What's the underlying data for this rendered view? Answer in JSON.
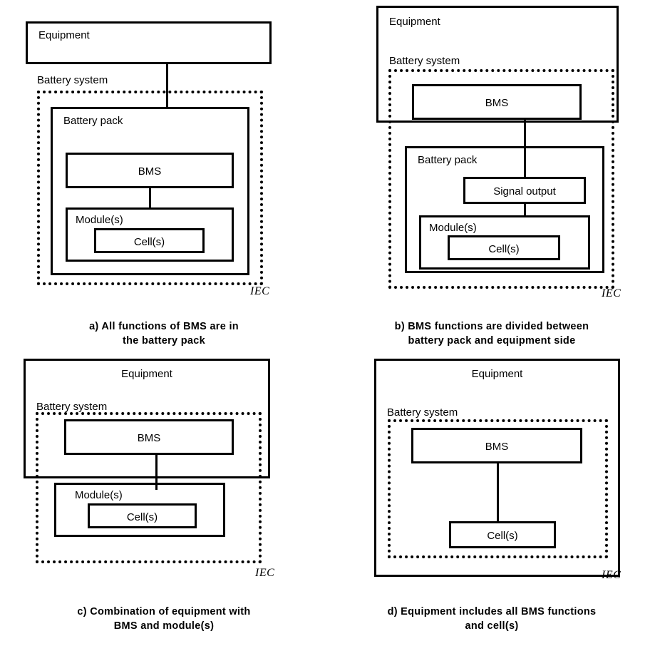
{
  "figure": {
    "standard_mark": "IEC",
    "labels": {
      "equipment": "Equipment",
      "battery_system": "Battery system",
      "battery_pack": "Battery pack",
      "bms": "BMS",
      "modules": "Module(s)",
      "cells": "Cell(s)",
      "signal_output": "Signal output"
    }
  },
  "panels": [
    {
      "id": "a",
      "caption_line1": "a) All functions of BMS are in",
      "caption_line2": "the battery pack",
      "blocks": {
        "equipment": "Equipment",
        "battery_system": "Battery system",
        "battery_pack": "Battery pack",
        "bms": "BMS",
        "modules": "Module(s)",
        "cells": "Cell(s)"
      },
      "mark": "IEC"
    },
    {
      "id": "b",
      "caption_line1": "b) BMS functions are divided between",
      "caption_line2": "battery pack and equipment side",
      "blocks": {
        "equipment": "Equipment",
        "battery_system": "Battery system",
        "bms": "BMS",
        "battery_pack": "Battery pack",
        "signal_output": "Signal output",
        "modules": "Module(s)",
        "cells": "Cell(s)"
      },
      "mark": "IEC"
    },
    {
      "id": "c",
      "caption_line1": "c) Combination of equipment with",
      "caption_line2": "BMS and module(s)",
      "blocks": {
        "equipment": "Equipment",
        "battery_system": "Battery system",
        "bms": "BMS",
        "modules": "Module(s)",
        "cells": "Cell(s)"
      },
      "mark": "IEC"
    },
    {
      "id": "d",
      "caption_line1": "d) Equipment includes all BMS functions",
      "caption_line2": "and cell(s)",
      "blocks": {
        "equipment": "Equipment",
        "battery_system": "Battery system",
        "bms": "BMS",
        "cells": "Cell(s)"
      },
      "mark": "IEC"
    }
  ],
  "colors": {
    "line": "#000000",
    "background": "#ffffff",
    "text": "#000000"
  }
}
